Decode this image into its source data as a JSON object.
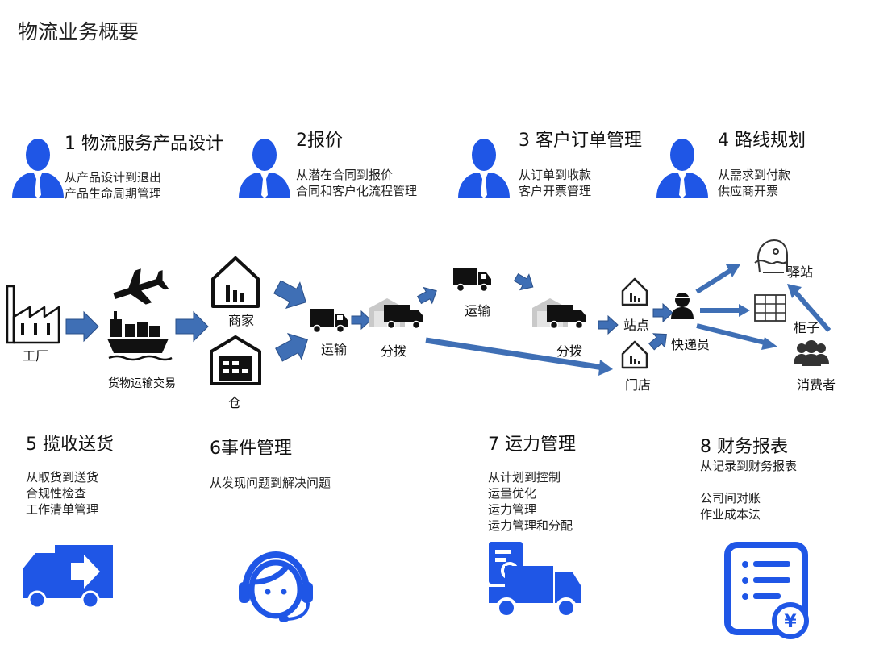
{
  "page": {
    "title": "物流业务概要"
  },
  "colors": {
    "primary_blue": "#1f56e6",
    "arrow_blue": "#3f6fb5",
    "arrow_dark": "#2f5a96",
    "icon_dark": "#222222"
  },
  "top_sections": [
    {
      "title": "1 物流服务产品设计",
      "lines": [
        "从产品设计到退出",
        "产品生命周期管理"
      ],
      "icon": "user-icon"
    },
    {
      "title": "2报价",
      "lines": [
        "从潜在合同到报价",
        "合同和客户化流程管理"
      ],
      "icon": "user-icon"
    },
    {
      "title": "3 客户订单管理",
      "lines": [
        "从订单到收款",
        "客户开票管理"
      ],
      "icon": "user-icon"
    },
    {
      "title": "4 路线规划",
      "lines": [
        "从需求到付款",
        "供应商开票"
      ],
      "icon": "user-icon"
    }
  ],
  "flow": {
    "factory": "工厂",
    "trade": "货物运输交易",
    "merchant": "商家",
    "warehouse": "仓",
    "transport1": "运输",
    "sort1": "分拨",
    "transport2": "运输",
    "sort2": "分拨",
    "station": "站点",
    "store": "门店",
    "courier": "快递员",
    "post": "驿站",
    "locker": "柜子",
    "consumer": "消费者"
  },
  "bottom_sections": [
    {
      "title": "5 揽收送货",
      "lines": [
        "从取货到送货",
        "合规性检查",
        "工作清单管理"
      ],
      "icon": "delivery-truck-icon"
    },
    {
      "title": "6事件管理",
      "lines": [
        "从发现问题到解决问题"
      ],
      "icon": "headset-agent-icon"
    },
    {
      "title": "7 运力管理",
      "lines": [
        "从计划到控制",
        "运量优化",
        "运力管理",
        "运力管理和分配"
      ],
      "icon": "truck-search-icon"
    },
    {
      "title": "8 财务报表",
      "lines": [
        "从记录到财务报表",
        "",
        "公司间对账",
        "作业成本法"
      ],
      "icon": "finance-report-icon"
    }
  ]
}
